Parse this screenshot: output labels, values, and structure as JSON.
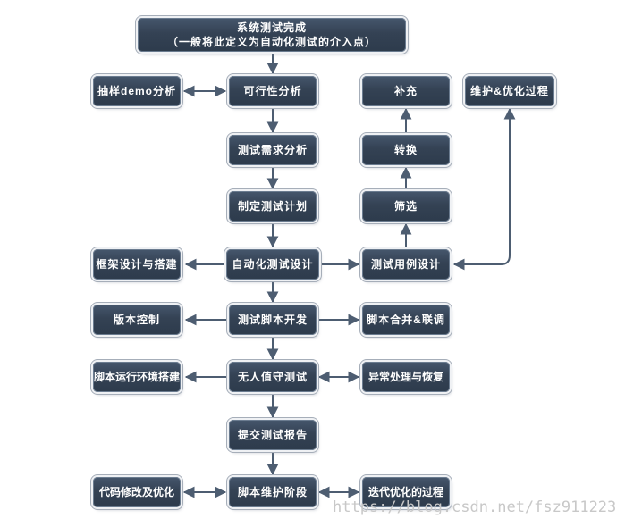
{
  "diagram": {
    "nodes": {
      "start": {
        "line1": "系统测试完成",
        "line2": "（一般将此定义为自动化测试的介入点）"
      },
      "sampling_demo": {
        "label": "抽样demo分析"
      },
      "feasibility": {
        "label": "可行性分析"
      },
      "supplement": {
        "label": "补充"
      },
      "maintain_optimize": {
        "label": "维护&优化过程"
      },
      "requirement_analysis": {
        "label": "测试需求分析"
      },
      "convert": {
        "label": "转换"
      },
      "test_plan": {
        "label": "制定测试计划"
      },
      "filter": {
        "label": "筛选"
      },
      "framework_design": {
        "label": "框架设计与搭建"
      },
      "auto_test_design": {
        "label": "自动化测试设计"
      },
      "test_case_design": {
        "label": "测试用例设计"
      },
      "version_control": {
        "label": "版本控制"
      },
      "script_dev": {
        "label": "测试脚本开发"
      },
      "script_merge": {
        "label": "脚本合并&联调"
      },
      "env_setup": {
        "label": "脚本运行环境搭建"
      },
      "unattended_test": {
        "label": "无人值守测试"
      },
      "exception_recovery": {
        "label": "异常处理与恢复"
      },
      "submit_report": {
        "label": "提交测试报告"
      },
      "code_optimize": {
        "label": "代码修改及优化"
      },
      "maintain_stage": {
        "label": "脚本维护阶段"
      },
      "iterative_optimize": {
        "label": "迭代优化的过程"
      }
    },
    "connections": [
      {
        "from": "start",
        "to": "feasibility",
        "heads": "single-down"
      },
      {
        "from": "feasibility",
        "to": "requirement_analysis",
        "heads": "single-down"
      },
      {
        "from": "requirement_analysis",
        "to": "test_plan",
        "heads": "single-down"
      },
      {
        "from": "test_plan",
        "to": "auto_test_design",
        "heads": "single-down"
      },
      {
        "from": "auto_test_design",
        "to": "script_dev",
        "heads": "single-down"
      },
      {
        "from": "script_dev",
        "to": "unattended_test",
        "heads": "single-down"
      },
      {
        "from": "unattended_test",
        "to": "submit_report",
        "heads": "single-down"
      },
      {
        "from": "submit_report",
        "to": "maintain_stage",
        "heads": "single-down"
      },
      {
        "from": "sampling_demo",
        "to": "feasibility",
        "heads": "double-horizontal"
      },
      {
        "from": "auto_test_design",
        "to": "framework_design",
        "heads": "single-left"
      },
      {
        "from": "auto_test_design",
        "to": "test_case_design",
        "heads": "single-right"
      },
      {
        "from": "test_case_design",
        "to": "filter",
        "heads": "single-up"
      },
      {
        "from": "filter",
        "to": "convert",
        "heads": "single-up"
      },
      {
        "from": "convert",
        "to": "supplement",
        "heads": "single-up"
      },
      {
        "from": "test_case_design",
        "to": "maintain_optimize",
        "heads": "double-elbow"
      },
      {
        "from": "script_dev",
        "to": "version_control",
        "heads": "single-left"
      },
      {
        "from": "script_dev",
        "to": "script_merge",
        "heads": "single-right"
      },
      {
        "from": "unattended_test",
        "to": "env_setup",
        "heads": "single-left"
      },
      {
        "from": "unattended_test",
        "to": "exception_recovery",
        "heads": "double-horizontal"
      },
      {
        "from": "code_optimize",
        "to": "maintain_stage",
        "heads": "double-horizontal"
      },
      {
        "from": "maintain_stage",
        "to": "iterative_optimize",
        "heads": "double-horizontal"
      }
    ],
    "colors": {
      "node_fill": "#344254",
      "node_fill_top": "#46576d",
      "node_outer_ring": "#eff1f4",
      "node_outer_line": "#a6aeb9",
      "arrow": "#4d5d71",
      "text": "#ffffff",
      "watermark": "#c8c8c8",
      "background": "#ffffff"
    },
    "watermark_text": "https://blog.csdn.net/fsz911223"
  }
}
